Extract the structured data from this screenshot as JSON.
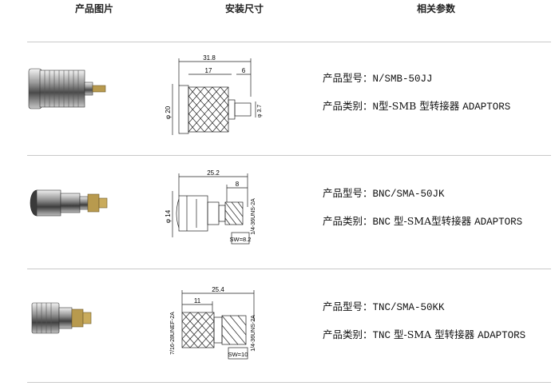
{
  "header": {
    "col_photo": "产品图片",
    "col_dims": "安装尺寸",
    "col_params": "相关参数"
  },
  "products": [
    {
      "model_label": "产品型号：",
      "model": "N/SMB-50JJ",
      "type_label": "产品类别：",
      "type_prefix": "N",
      "type_mid": "型-SMB",
      "type_suffix": "型转接器",
      "type_en": "ADAPTORS",
      "dims": {
        "total": "31.8",
        "a": "17",
        "b": "6",
        "dia": "φ 20",
        "pin": "φ 3.7"
      }
    },
    {
      "model_label": "产品型号：",
      "model": "BNC/SMA-50JK",
      "type_label": "产品类别：",
      "type_prefix": "BNC",
      "type_mid": "型-SMA",
      "type_suffix": "型转接器",
      "type_en": "ADAPTORS",
      "dims": {
        "total": "25.2",
        "a": "8",
        "dia": "φ 14",
        "thread": "1/4-36UNS-2A",
        "sw": "SW=8.2"
      }
    },
    {
      "model_label": "产品型号：",
      "model": "TNC/SMA-50KK",
      "type_label": "产品类别：",
      "type_prefix": "TNC",
      "type_mid": "型-SMA",
      "type_suffix": "型转接器",
      "type_en": "ADAPTORS",
      "dims": {
        "total": "25.4",
        "a": "11",
        "thread_left": "7/16-28UNEF-2A",
        "thread_right": "1/4-36UNS-2A",
        "sw": "SW=10"
      }
    }
  ]
}
